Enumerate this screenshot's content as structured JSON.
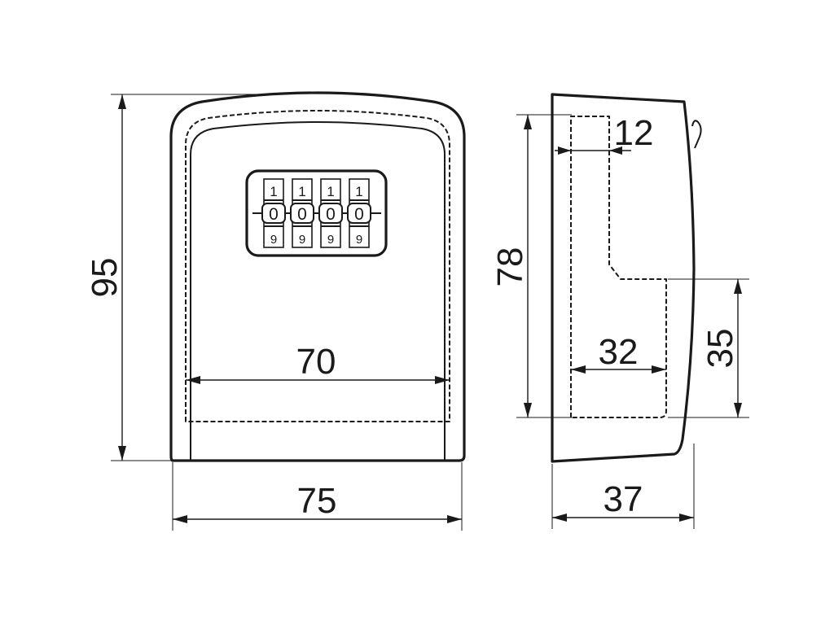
{
  "colors": {
    "line": "#1a1a1a",
    "background": "#ffffff"
  },
  "front_view": {
    "height_label": "95",
    "width_label": "75",
    "inner_width_label": "70",
    "combination": {
      "wheels": [
        {
          "top": "1",
          "middle": "0",
          "bottom": "9"
        },
        {
          "top": "1",
          "middle": "0",
          "bottom": "9"
        },
        {
          "top": "1",
          "middle": "0",
          "bottom": "9"
        },
        {
          "top": "1",
          "middle": "0",
          "bottom": "9"
        }
      ]
    }
  },
  "side_view": {
    "inner_height_label": "78",
    "depth_label": "37",
    "inner_depth_label": "32",
    "step_depth_label": "12",
    "lower_compartment_height_label": "35"
  }
}
